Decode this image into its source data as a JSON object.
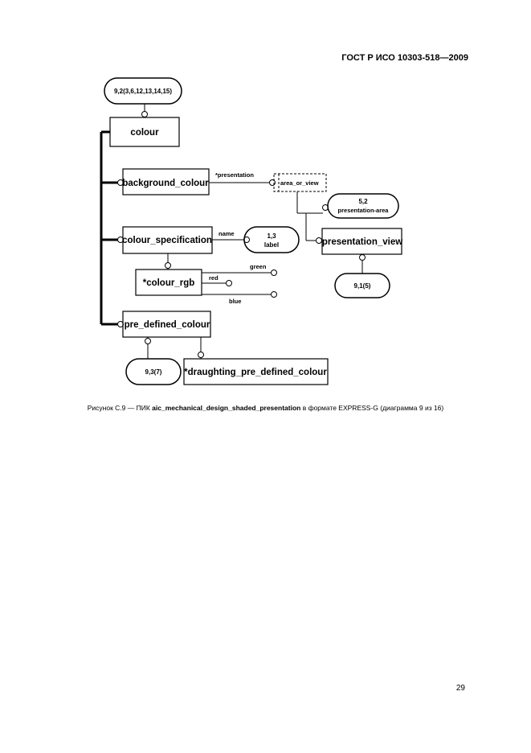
{
  "header": {
    "standard": "ГОСТ Р ИСО 10303-518—2009"
  },
  "diagram": {
    "ref_top": "9,2(3,6,12,13,14,15)",
    "colour": "colour",
    "background_colour": "background_colour",
    "presentation_attr": "*presentation",
    "area_or_view": "area_or_view",
    "ref_presentation_area_num": "5,2",
    "ref_presentation_area_name": "presentation-area",
    "presentation_view": "presentation_view",
    "ref_presentation_view": "9,1(5)",
    "colour_specification": "colour_specification",
    "name_attr": "name",
    "ref_label_num": "1,3",
    "ref_label_name": "label",
    "colour_rgb": "*colour_rgb",
    "green_attr": "green",
    "red_attr": "red",
    "blue_attr": "blue",
    "pre_defined_colour": "pre_defined_colour",
    "ref_predef": "9,3(7)",
    "draughting_pre_defined_colour": "*draughting_pre_defined_colour"
  },
  "caption": {
    "prefix": "Рисунок  С.9 — ПИК ",
    "bold": "aic_mechanical_design_shaded_presentation",
    "suffix": " в формате EXPRESS-G (диаграмма 9 из 16)"
  },
  "page_number": "29"
}
